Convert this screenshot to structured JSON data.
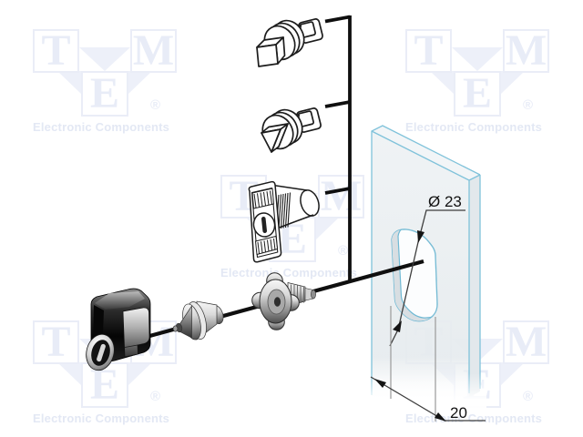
{
  "watermark": {
    "letter_t": "T",
    "letter_m": "M",
    "letter_e": "E",
    "registered": "®",
    "tagline": "Electronic Components"
  },
  "drawing": {
    "dimension_diameter": "Ø 23",
    "dimension_width": "20"
  },
  "colors": {
    "background": "#ffffff",
    "panel_edge": "#7fc2da",
    "panel_fill": "#edf1f3",
    "line_art": "#1c1c1c",
    "dimension_line": "#3d3d3d",
    "extension_line": "#9a9a9a",
    "watermark_shape": "#edf0f9",
    "watermark_text": "#e3e8f4"
  }
}
